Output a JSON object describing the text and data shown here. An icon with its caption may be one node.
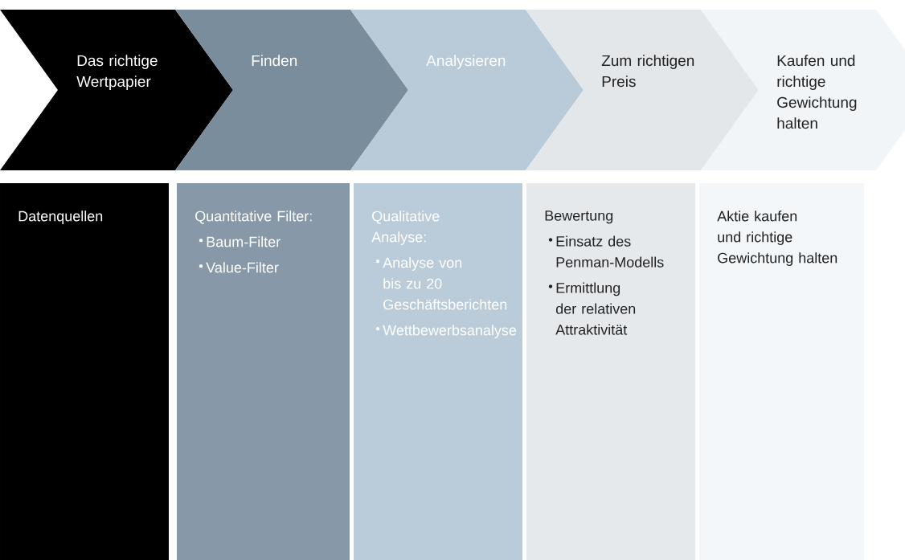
{
  "diagram": {
    "nodes": [
      {
        "text": [
          "Das richtige Wertpapier"
        ]
      },
      {
        "text": [
          "Finden"
        ]
      },
      {
        "text": [
          "Analysieren"
        ]
      },
      {
        "text": [
          "Zum richtigen Preis"
        ]
      },
      {
        "text": [
          "Kaufen und richtige Gewichtung halten"
        ]
      },
      {
        "text": [
          "Datenquellen"
        ]
      },
      {
        "text": [
          "Quantitative Filter:",
          "Baum-Filter",
          "Value-Filter"
        ]
      },
      {
        "text": [
          "Qualitative Analyse:",
          "Analyse von bis zu 20 Geschäftsberichten",
          "Wettbewerbsanalyse"
        ]
      },
      {
        "text": [
          "Bewertung",
          "Einsatz des Penman-Modells",
          "Ermittlung der relativen Attraktivität"
        ]
      },
      {
        "text": [
          "Aktie kaufen und richtige Gewichtung halten"
        ]
      }
    ]
  }
}
